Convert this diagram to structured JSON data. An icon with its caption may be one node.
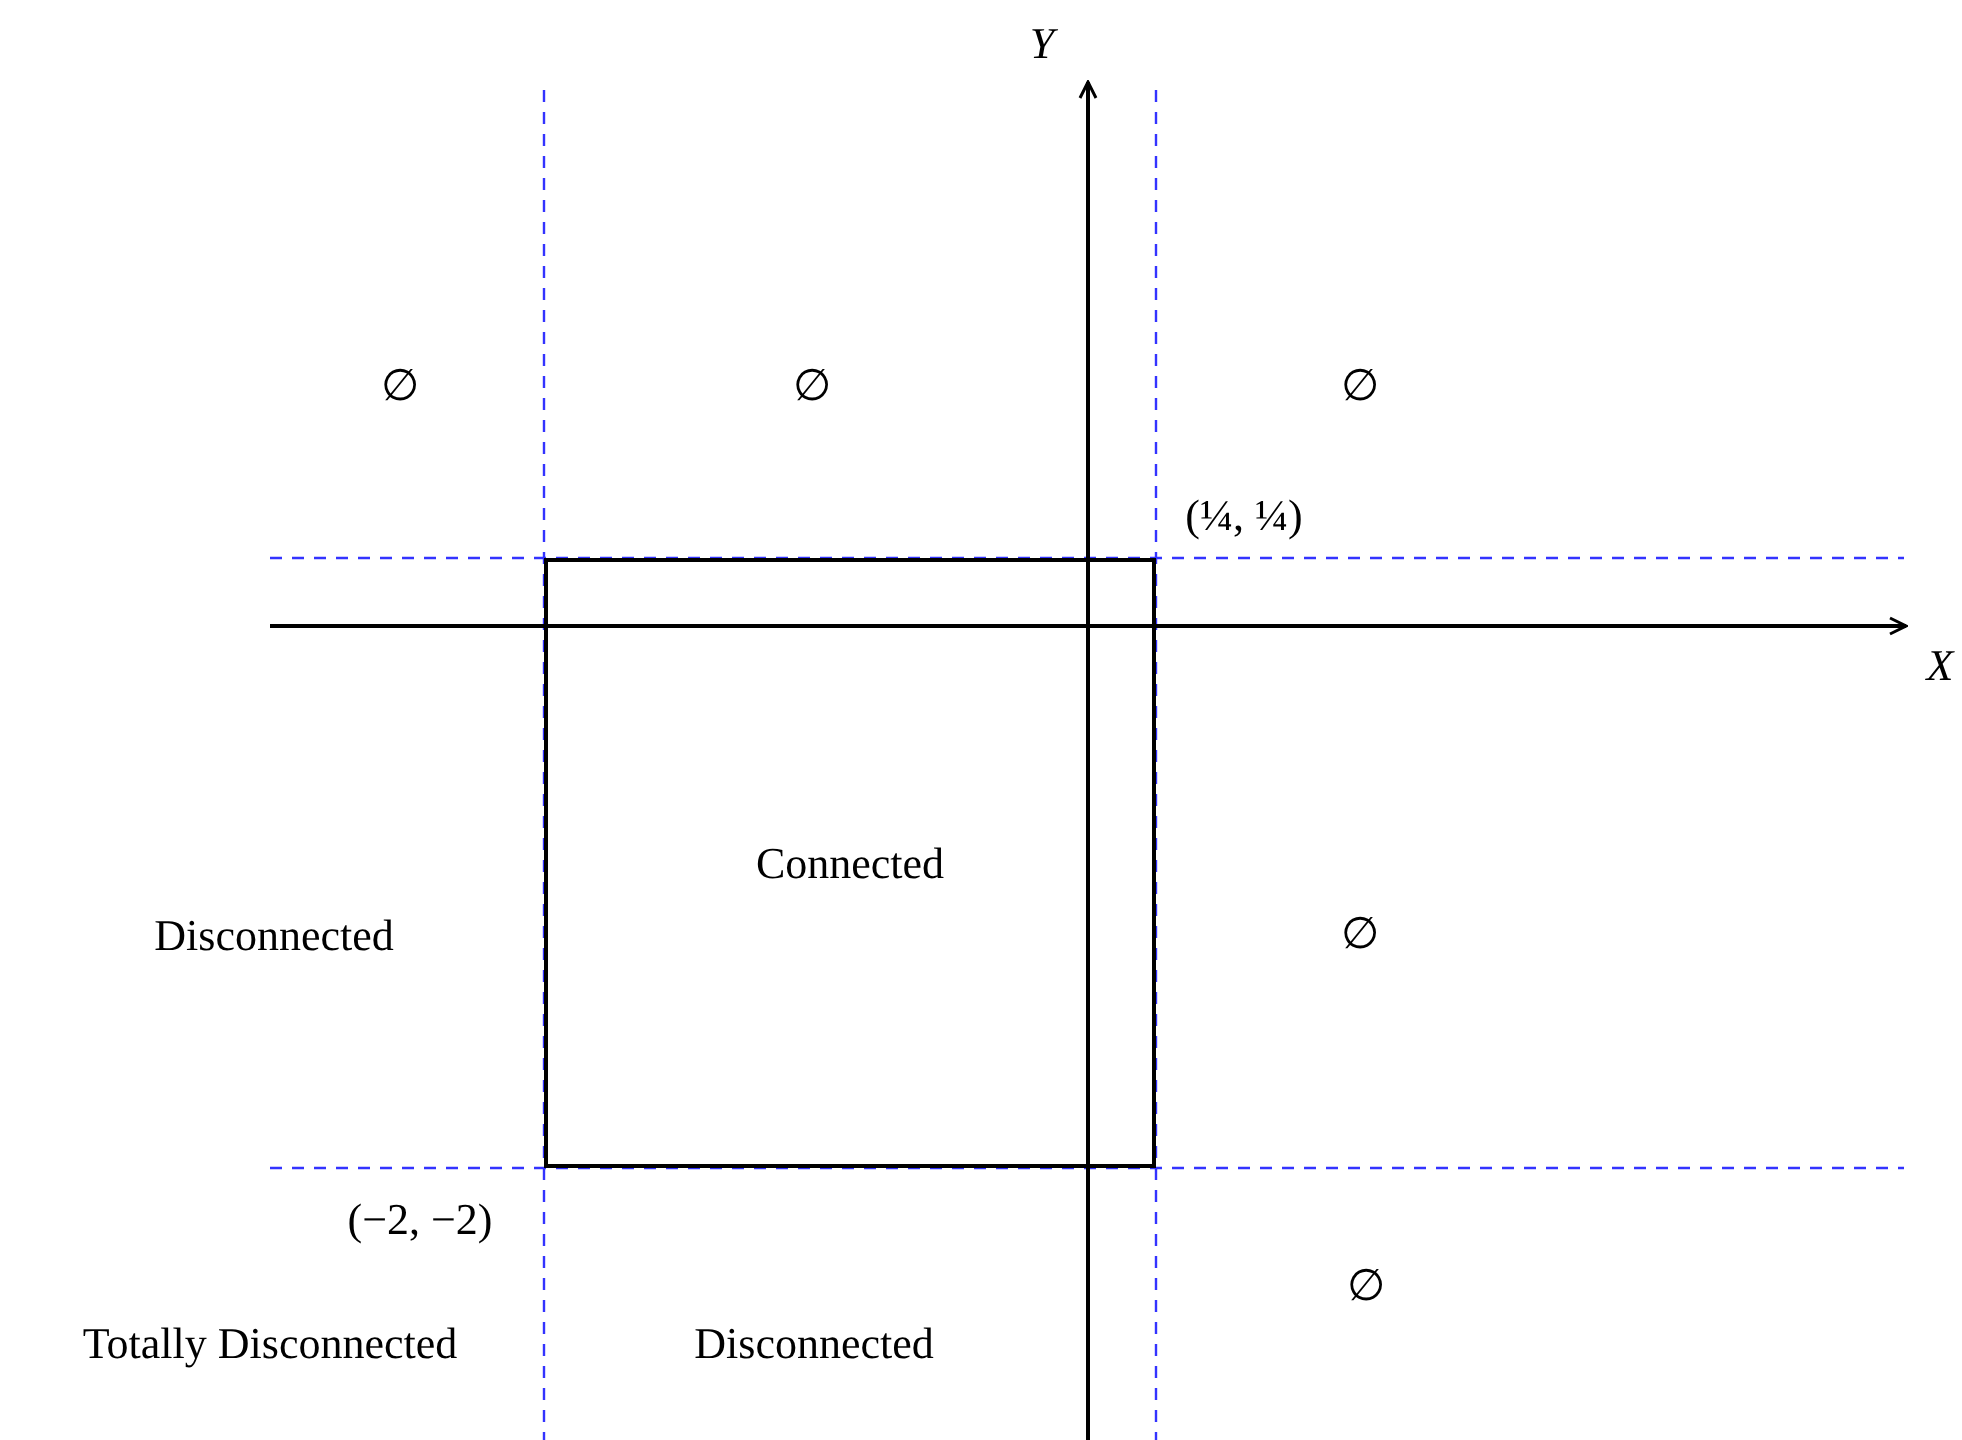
{
  "diagram": {
    "nodes": [
      {
        "text": [
          "Connected"
        ]
      }
    ],
    "edges": [],
    "labels": [
      "Y",
      "∅",
      "∅",
      "∅",
      "(¼, ¼)",
      "X",
      "Disconnected",
      "∅",
      "(−2, −2)",
      "∅",
      "Totally Disconnected",
      "Disconnected"
    ]
  }
}
